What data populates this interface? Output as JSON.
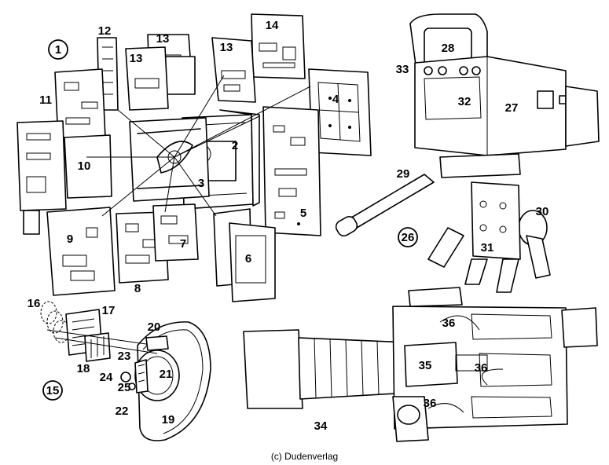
{
  "figure": {
    "credit": "(c) Dudenverlag",
    "callouts": {
      "c1": "1",
      "c2": "2",
      "c3": "3",
      "c4": "4",
      "c5": "5",
      "c6": "6",
      "c7": "7",
      "c8": "8",
      "c9": "9",
      "c10": "10",
      "c11": "11",
      "c12": "12",
      "c13a": "13",
      "c13b": "13",
      "c13c": "13",
      "c14": "14",
      "c15": "15",
      "c16": "16",
      "c17": "17",
      "c18": "18",
      "c19": "19",
      "c20": "20",
      "c21": "21",
      "c22": "22",
      "c23": "23",
      "c24": "24",
      "c25": "25",
      "c26": "26",
      "c27": "27",
      "c28": "28",
      "c29": "29",
      "c30": "30",
      "c31": "31",
      "c32": "32",
      "c33": "33",
      "c34": "34",
      "c35": "35",
      "c36a": "36",
      "c36b": "36",
      "c36c": "36"
    }
  }
}
